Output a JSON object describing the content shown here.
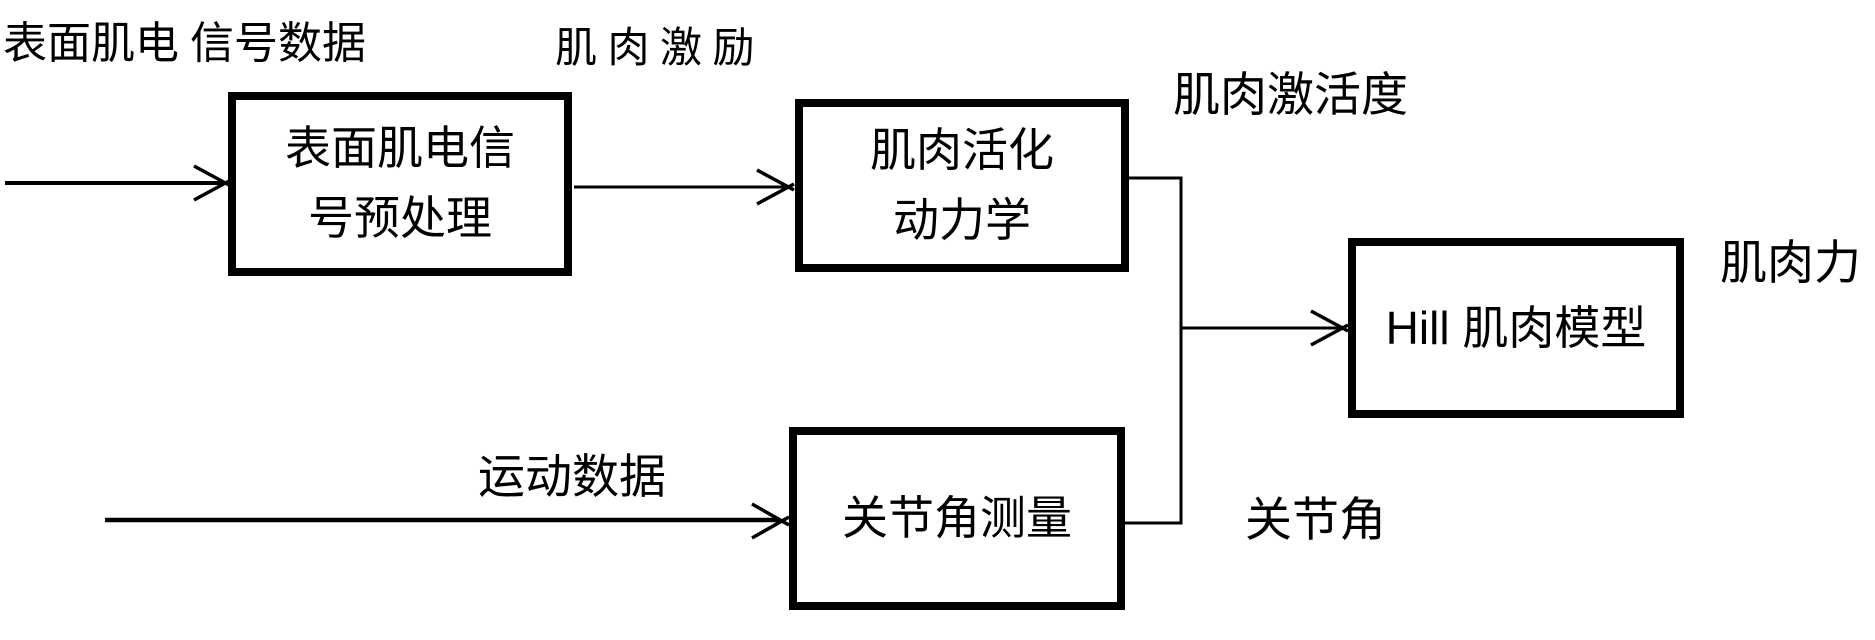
{
  "diagram": {
    "title": "sEMG-driven Hill muscle model flowchart",
    "colors": {
      "ink": "#000000",
      "background": "#ffffff"
    },
    "boxes": {
      "preprocess": {
        "lines": [
          "表面肌电信",
          "号预处理"
        ]
      },
      "activation": {
        "lines": [
          "肌肉活化",
          "动力学"
        ]
      },
      "hill": {
        "lines": [
          "Hill 肌肉模型"
        ]
      },
      "joint_measure": {
        "lines": [
          "关节角测量"
        ]
      }
    },
    "labels": {
      "semg_data": {
        "lines": [
          "表面肌电",
          "信号数据"
        ]
      },
      "muscle_excitation": "肌 肉 激 励",
      "muscle_activation_degree": "肌肉激活度",
      "muscle_force": "肌肉力",
      "motion_data": "运动数据",
      "joint_angle": "关节角"
    }
  }
}
